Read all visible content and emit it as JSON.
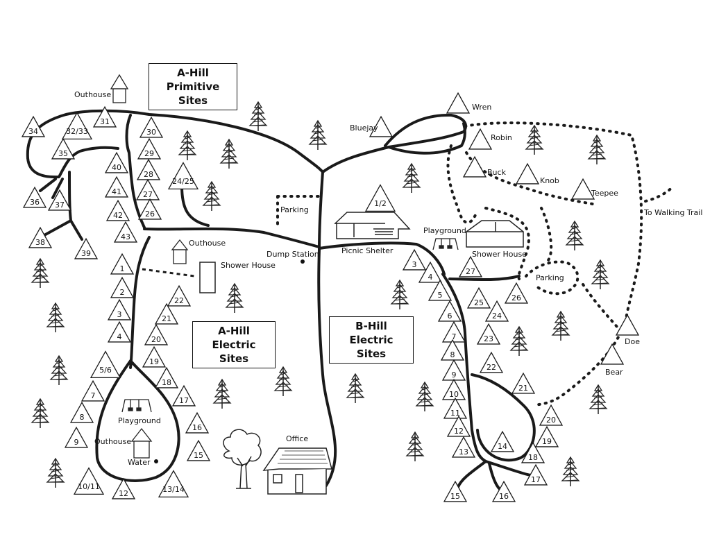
{
  "areas": {
    "a_primitive": [
      "A-Hill",
      "Primitive Sites"
    ],
    "a_electric": [
      "A-Hill",
      "Electric Sites"
    ],
    "b_electric": [
      "B-Hill",
      "Electric Sites"
    ]
  },
  "labels": {
    "outhouse_top": "Outhouse",
    "outhouse_mid": "Outhouse",
    "outhouse_loop": "Outhouse",
    "parking_a": "Parking",
    "parking_b": "Parking",
    "dump_station": "Dump Station",
    "shower_house_a": "Shower House",
    "shower_house_b": "Shower House",
    "picnic_shelter": "Picnic Shelter",
    "playground_a": "Playground",
    "playground_b": "Playground",
    "water": "Water",
    "office": "Office",
    "walking_trail": "To Walking Trail"
  },
  "primitive_sites": [
    "34",
    "32/33",
    "31",
    "35",
    "30",
    "29",
    "40",
    "28",
    "41",
    "27",
    "24/25",
    "36",
    "37",
    "26",
    "42",
    "43",
    "38",
    "39"
  ],
  "a_electric_sites": [
    "1",
    "2",
    "3",
    "4",
    "22",
    "21",
    "20",
    "19",
    "18",
    "17",
    "16",
    "15",
    "5/6",
    "7",
    "8",
    "9",
    "10/11",
    "12",
    "13/14"
  ],
  "b_electric_sites": [
    "1/2",
    "3",
    "4",
    "5",
    "6",
    "7",
    "8",
    "9",
    "10",
    "11",
    "12",
    "13",
    "14",
    "15",
    "16",
    "17",
    "18",
    "19",
    "20",
    "21",
    "22",
    "23",
    "24",
    "25",
    "26",
    "27"
  ],
  "named_sites": [
    "Wren",
    "Bluejay",
    "Robin",
    "Buck",
    "Knob",
    "Teepee",
    "Doe",
    "Bear"
  ]
}
